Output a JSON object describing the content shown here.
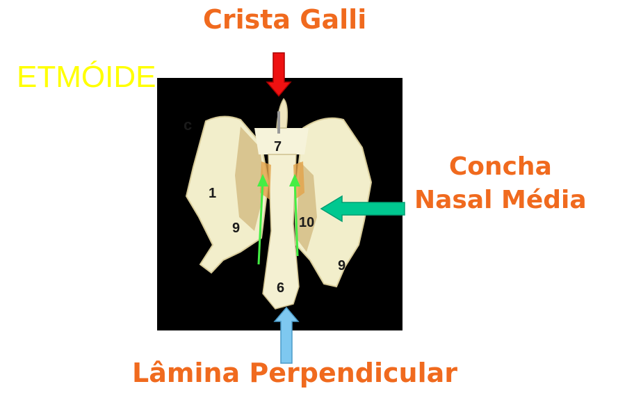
{
  "title": "ETMÓIDE",
  "labels": {
    "crista_galli": "Crista Galli",
    "concha_line1": "Concha",
    "concha_line2": "Nasal Média",
    "lamina": "Lâmina Perpendicular"
  },
  "figure": {
    "panel_letter": "c",
    "numbers": [
      "7",
      "1",
      "9",
      "10",
      "9",
      "6"
    ]
  },
  "colors": {
    "label_text": "#f06a1e",
    "title_text": "#ffff00",
    "arrow_crista": "#ee1111",
    "arrow_concha": "#00c890",
    "arrow_lamina": "#7ec8f0",
    "inner_arrows": "#44ee44",
    "photo_bg": "#000000",
    "bone": "#f2eecb"
  }
}
